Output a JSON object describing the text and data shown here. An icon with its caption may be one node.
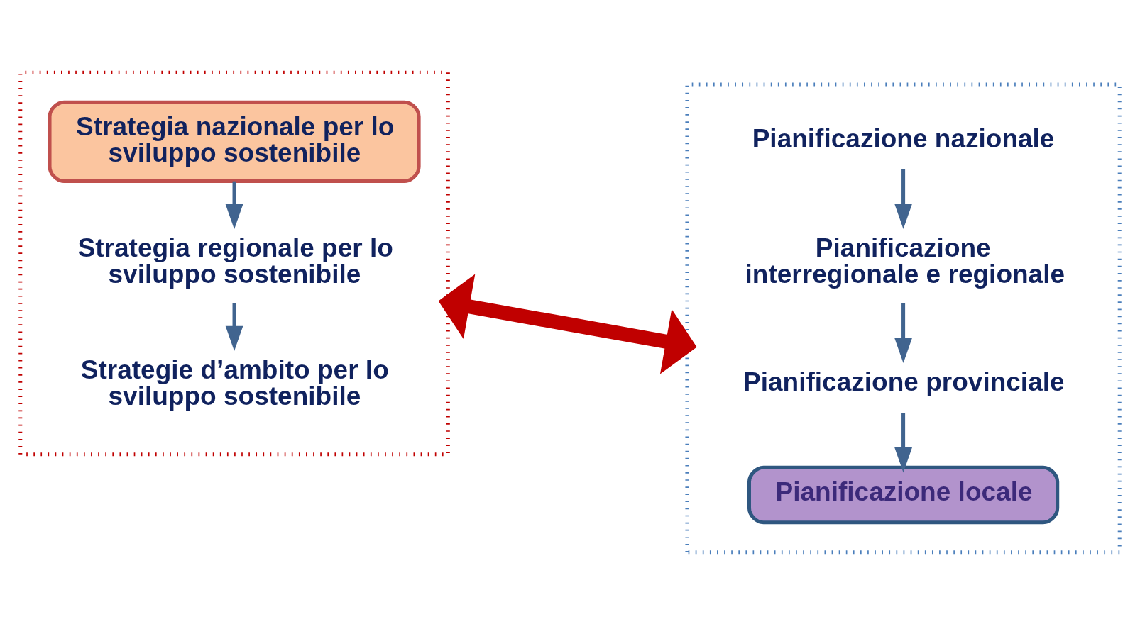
{
  "diagram": {
    "nodes": [
      {
        "text": [],
        "shape": "box"
      },
      {
        "text": [
          "Strategia nazionale per lo sviluppo sostenibile"
        ],
        "in": 0
      },
      {
        "text": [
          "Strategia regionale per lo sviluppo sostenibile"
        ],
        "in": 0
      },
      {
        "text": [
          "Strategie d’ambito per lo sviluppo sostenibile"
        ],
        "in": 0
      },
      {
        "text": [],
        "shape": "box"
      },
      {
        "text": [
          "Pianificazione nazionale"
        ],
        "in": 4
      },
      {
        "text": [
          "Pianificazione interregionale e regionale"
        ],
        "in": 4
      },
      {
        "text": [
          "Pianificazione provinciale"
        ],
        "in": 4
      },
      {
        "text": [
          "Pianificazione locale"
        ],
        "in": 4
      }
    ],
    "edges": [
      {
        "from": 1,
        "to": 2,
        "arrow": "to"
      },
      {
        "from": 2,
        "to": 3,
        "arrow": "to"
      },
      {
        "from": 5,
        "to": 6,
        "arrow": "to"
      },
      {
        "from": 6,
        "to": 7,
        "arrow": "to"
      },
      {
        "from": 7,
        "to": 8,
        "arrow": "to"
      },
      {
        "from": 0,
        "to": 4,
        "arrow": "both",
        "style": "thick",
        "color": "#c00000"
      }
    ]
  }
}
